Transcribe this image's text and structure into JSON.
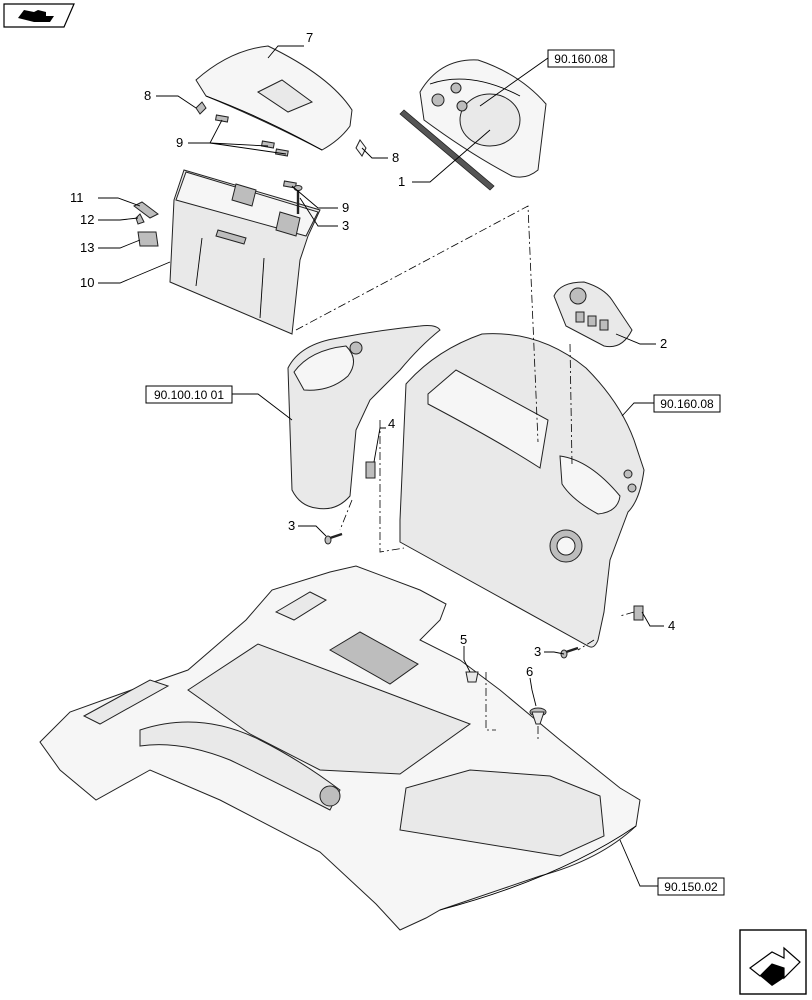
{
  "callouts": {
    "c1": "1",
    "c2": "2",
    "c3a": "3",
    "c3b": "3",
    "c3c": "3",
    "c4a": "4",
    "c4b": "4",
    "c5": "5",
    "c6": "6",
    "c7": "7",
    "c8a": "8",
    "c8b": "8",
    "c9a": "9",
    "c9b": "9",
    "c10": "10",
    "c11": "11",
    "c12": "12",
    "c13": "13"
  },
  "refs": {
    "r1": "90.160.08",
    "r2": "90.160.08",
    "r3": "90.100.10 01",
    "r4": "90.150.02"
  },
  "icons": {
    "top_left": "book-arrow-icon",
    "bottom_right": "page-arrow-icon"
  },
  "colors": {
    "line": "#000000",
    "fill_light": "#e9e9e9",
    "fill_dark": "#bdbdbd"
  }
}
